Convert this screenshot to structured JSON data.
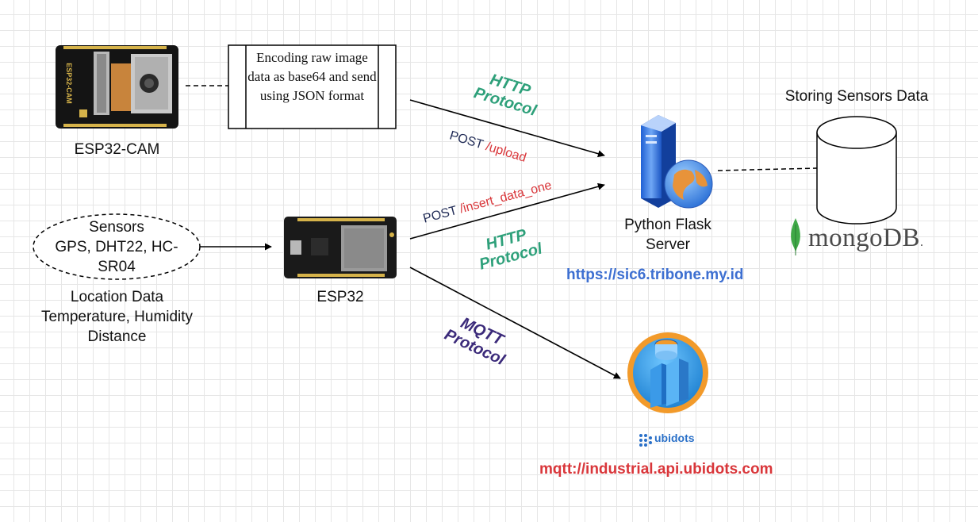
{
  "colors": {
    "http": "#2ea07a",
    "mqtt": "#3b2a7a",
    "post_method": "#1f2a55",
    "post_path": "#d9363a",
    "server_url": "#3d6fd1",
    "mqtt_url": "#d9363a"
  },
  "esp32cam": {
    "label": "ESP32-CAM",
    "board_text": "ESP32-CAM"
  },
  "encoding_box": {
    "text": "Encoding raw image data as base64 and send using JSON format"
  },
  "http_top": {
    "line1": "HTTP",
    "line2": "Protocol"
  },
  "post_upload": {
    "method": "POST",
    "path": "/upload"
  },
  "server": {
    "label_line1": "Python Flask",
    "label_line2": "Server",
    "url": "https://sic6.tribone.my.id"
  },
  "storage": {
    "caption": "Storing Sensors Data",
    "logo_text": "mongoDB",
    "logo_mark": "."
  },
  "sensors": {
    "title": "Sensors",
    "list_line1": "GPS, DHT22, HC-",
    "list_line2": "SR04",
    "data_line1": "Location Data",
    "data_line2": "Temperature, Humidity",
    "data_line3": "Distance"
  },
  "esp32": {
    "label": "ESP32"
  },
  "post_insert": {
    "method": "POST",
    "path": "/insert_data_one"
  },
  "http_bottom": {
    "line1": "HTTP",
    "line2": "Protocol"
  },
  "mqtt": {
    "line1": "MQTT",
    "line2": "Protocol"
  },
  "ubidots": {
    "logo_text": "ubidots",
    "url": "mqtt://industrial.api.ubidots.com"
  }
}
